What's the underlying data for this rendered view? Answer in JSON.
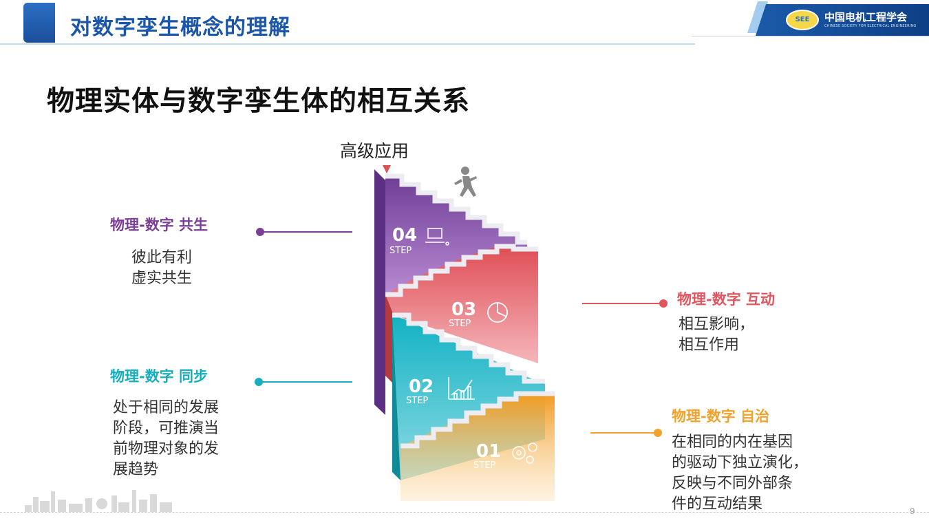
{
  "header": {
    "title": "对数字孪生概念的理解",
    "logo": {
      "badge": "SEE",
      "name": "中国电机工程学会",
      "subtitle": "CHINESE SOCIETY FOR ELECTRICAL ENGINEERING"
    }
  },
  "slide": {
    "subtitle": "物理实体与数字孪生体的相互关系",
    "top_label": "高级应用",
    "page_number": "9"
  },
  "steps": [
    {
      "num": "01",
      "step": "STEP",
      "color": "#f2a22b",
      "icon": "gears-icon"
    },
    {
      "num": "02",
      "step": "STEP",
      "color": "#1bb6c6",
      "icon": "growth-chart-icon"
    },
    {
      "num": "03",
      "step": "STEP",
      "color": "#e05a5f",
      "icon": "pie-chart-icon"
    },
    {
      "num": "04",
      "step": "STEP",
      "color": "#7b4aa0",
      "icon": "computer-icon"
    }
  ],
  "items": {
    "symbiosis": {
      "title": "物理-数字 共生",
      "desc": "彼此有利\n虚实共生",
      "color": "#7b3f96"
    },
    "sync": {
      "title": "物理-数字 同步",
      "desc": "处于相同的发展\n阶段，可推演当\n前物理对象的发\n展趋势",
      "color": "#16aebd"
    },
    "interaction": {
      "title": "物理-数字 互动",
      "desc": "相互影响，\n相互作用",
      "color": "#e2555e"
    },
    "autonomy": {
      "title": "物理-数字 自治",
      "desc": "在相同的内在基因\n的驱动下独立演化，\n反映与不同外部条\n件的互动结果",
      "color": "#f2a22b"
    }
  }
}
